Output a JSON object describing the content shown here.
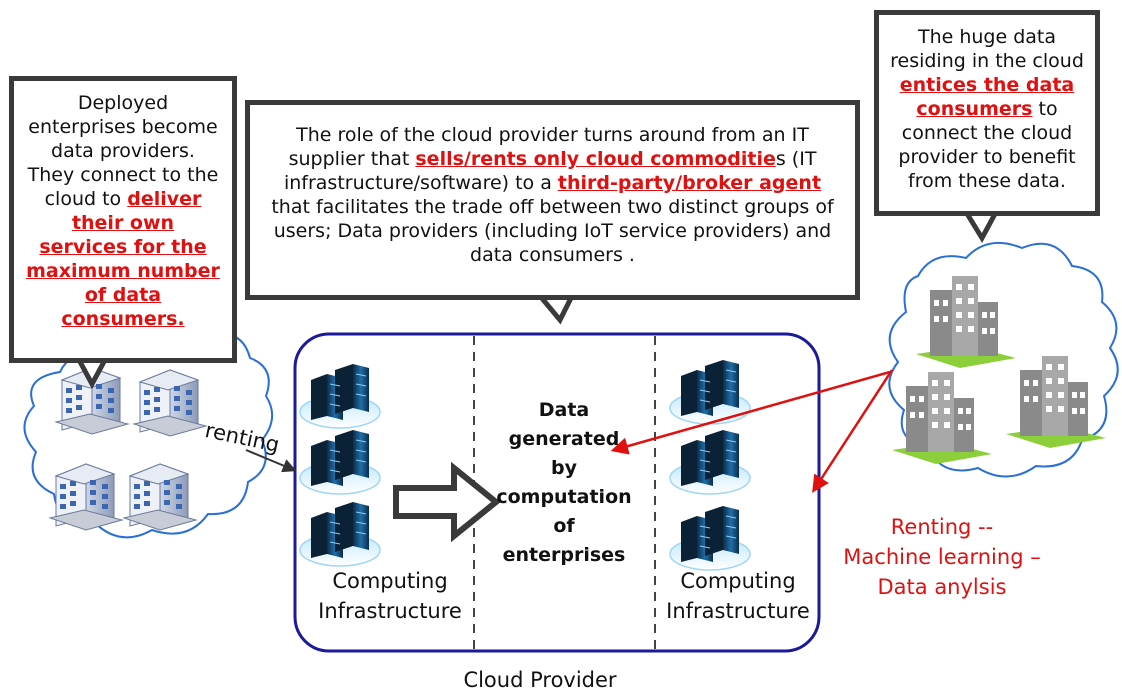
{
  "left_callout": {
    "pre": "Deployed enterprises become data providers. They connect to the cloud to ",
    "highlight": "deliver their own services for the maximum number of data consumers."
  },
  "center_callout": {
    "pre": "The role of the cloud provider turns around from an IT supplier that ",
    "highlight1": "sells/rents only cloud commoditie",
    "mid": "s (IT infrastructure/software) to a ",
    "highlight2": "third-party/broker agent",
    "post": " that facilitates the trade off between two distinct groups of users; Data providers (including IoT service providers)  and data consumers ."
  },
  "right_callout": {
    "pre": "The huge data residing in the cloud ",
    "highlight": "entices the data consumers",
    "post": " to connect the cloud provider to benefit from these data."
  },
  "renting_label": "renting",
  "left_infra_label": "Computing Infrastructure",
  "right_infra_label": "Computing Infrastructure",
  "center_label": "Data generated by computation of enterprises",
  "cloud_provider_label": "Cloud Provider",
  "red_label": {
    "line1": "Renting --",
    "line2": "Machine learning –",
    "line3": "Data anylsis"
  },
  "colors": {
    "highlight": "#e01010",
    "provider_border": "#1a1a9a",
    "cloud_stroke": "#2a6fd6",
    "callout_border": "#3a3a3a"
  }
}
